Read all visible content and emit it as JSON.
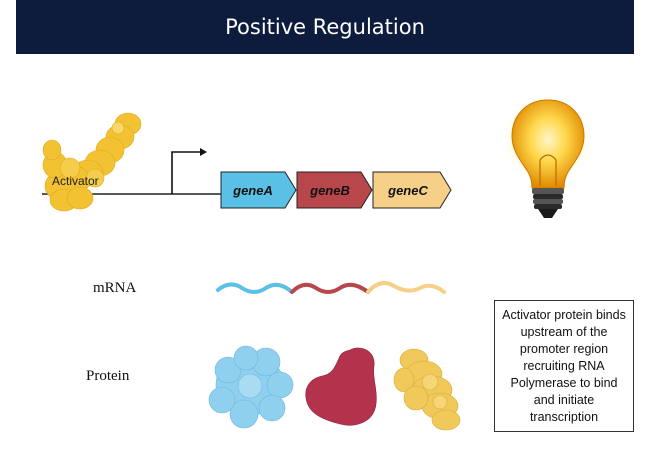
{
  "title": "Positive Regulation",
  "activator_label": "Activator",
  "genes": [
    {
      "label": "geneA",
      "color": "#5ac0e6"
    },
    {
      "label": "geneB",
      "color": "#b8474c"
    },
    {
      "label": "geneC",
      "color": "#f6d089"
    }
  ],
  "mrna_label": "mRNA",
  "protein_label": "Protein",
  "note": "Activator protein binds upstream of the promoter region recruiting RNA Polymerase to bind and initiate transcription",
  "icons": [
    "activator-protein",
    "promoter-arrow",
    "light-bulb",
    "protein-blobs"
  ]
}
